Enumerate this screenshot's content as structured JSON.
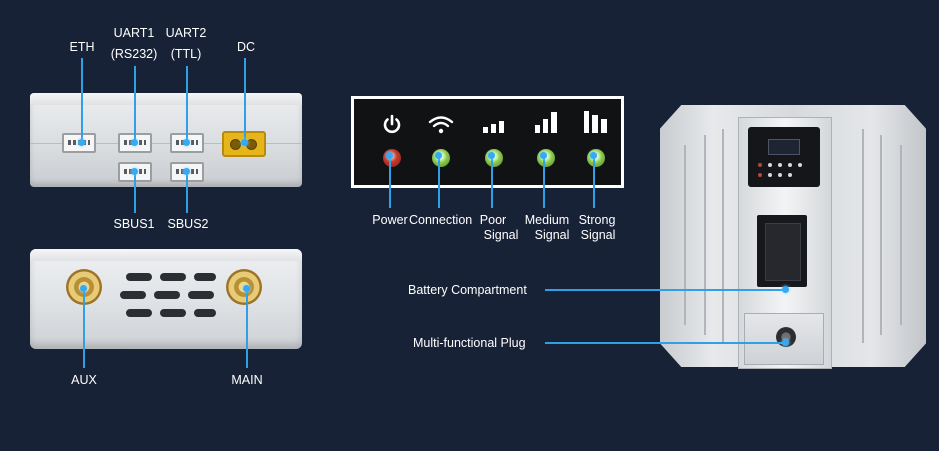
{
  "ports_view": {
    "labels": {
      "eth": "ETH",
      "uart1_line1": "UART1",
      "uart1_line2": "(RS232)",
      "uart2_line1": "UART2",
      "uart2_line2": "(TTL)",
      "dc": "DC",
      "sbus1": "SBUS1",
      "sbus2": "SBUS2"
    }
  },
  "antenna_view": {
    "labels": {
      "aux": "AUX",
      "main": "MAIN"
    }
  },
  "led_panel": {
    "indicators": [
      {
        "icon": "power-icon",
        "color": "#c63a2b",
        "label_line1": "Power",
        "label_line2": ""
      },
      {
        "icon": "wifi-icon",
        "color": "#8ccc4c",
        "label_line1": "Connection",
        "label_line2": ""
      },
      {
        "icon": "signal-poor-icon",
        "color": "#8ccc4c",
        "label_line1": "Poor",
        "label_line2": "Signal"
      },
      {
        "icon": "signal-medium-icon",
        "color": "#8ccc4c",
        "label_line1": "Medium",
        "label_line2": "Signal"
      },
      {
        "icon": "signal-strong-icon",
        "color": "#8ccc4c",
        "label_line1": "Strong",
        "label_line2": "Signal"
      }
    ]
  },
  "rear_view": {
    "labels": {
      "battery": "Battery Compartment",
      "plug": "Multi-functional Plug"
    }
  },
  "colors": {
    "background": "#172237",
    "callout": "#2f9fe8"
  }
}
